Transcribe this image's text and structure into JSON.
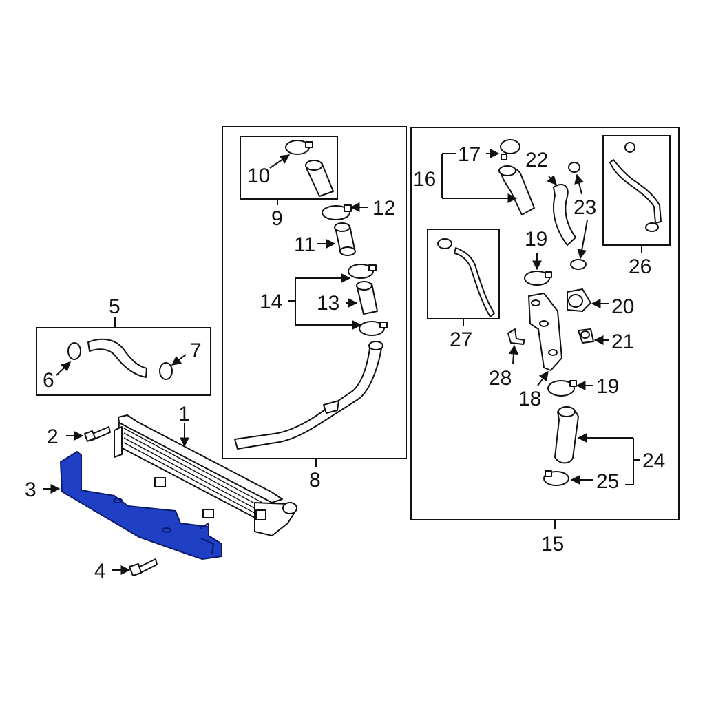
{
  "diagram": {
    "labels": {
      "p1": "1",
      "p2": "2",
      "p3": "3",
      "p4": "4",
      "p5": "5",
      "p6": "6",
      "p7": "7",
      "p8": "8",
      "p9": "9",
      "p10": "10",
      "p11": "11",
      "p12": "12",
      "p13": "13",
      "p14": "14",
      "p15": "15",
      "p16": "16",
      "p17": "17",
      "p18": "18",
      "p19a": "19",
      "p19b": "19",
      "p20": "20",
      "p21": "21",
      "p22": "22",
      "p23": "23",
      "p24": "24",
      "p25": "25",
      "p26": "26",
      "p27": "27",
      "p28": "28"
    },
    "highlight_color": "#1f3fc4",
    "highlighted_part": "3"
  }
}
